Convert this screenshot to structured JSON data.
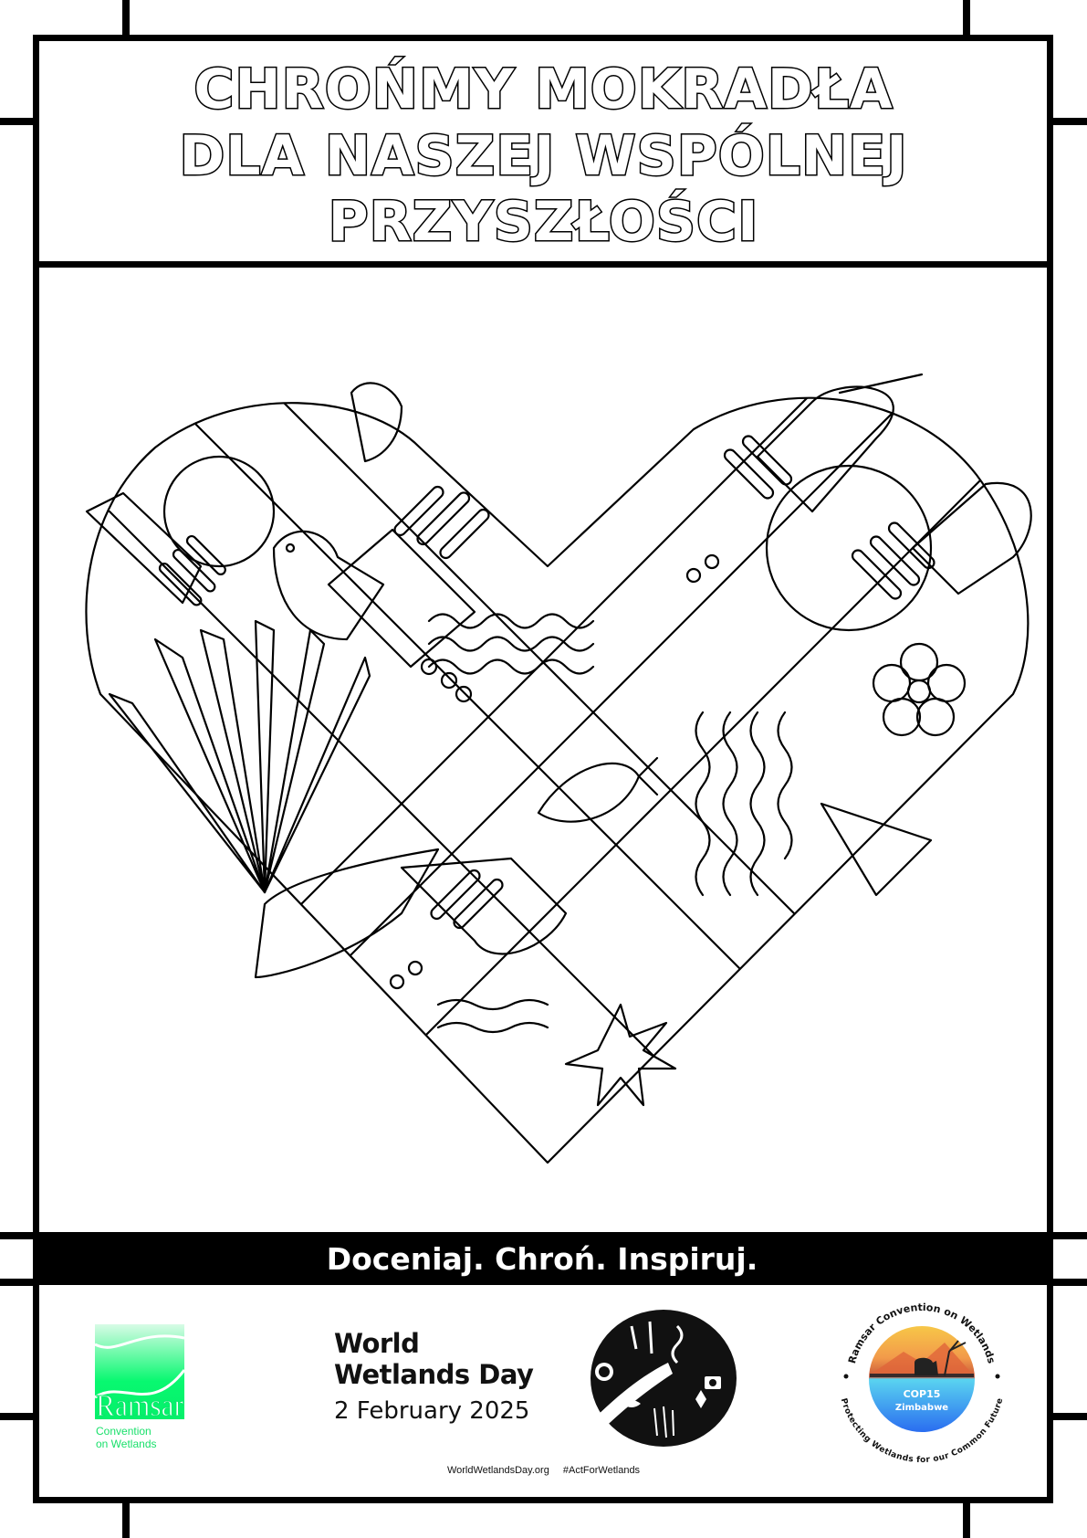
{
  "title": {
    "lines": [
      "CHROŃMY MOKRADŁA",
      "DLA NASZEJ WSPÓLNEJ",
      "PRZYSZŁOŚCI"
    ]
  },
  "tagline": "Doceniaj. Chroń. Inspiruj.",
  "illustration": {
    "subject": "heart-coloring-illustration"
  },
  "footer": {
    "ramsar_logo": {
      "wordmark": "Ramsar",
      "line1": "Convention",
      "line2": "on Wetlands",
      "color": "#18e06a"
    },
    "wwd": {
      "line1": "World",
      "line2": "Wetlands Day",
      "date": "2 February 2025"
    },
    "links": {
      "site": "WorldWetlandsDay.org",
      "hashtag": "#ActForWetlands"
    },
    "cop15_logo": {
      "top_arc": "Ramsar Convention on Wetlands",
      "bottom_arc": "Protecting Wetlands for our Common Future",
      "center1": "COP15",
      "center2": "Zimbabwe"
    }
  }
}
